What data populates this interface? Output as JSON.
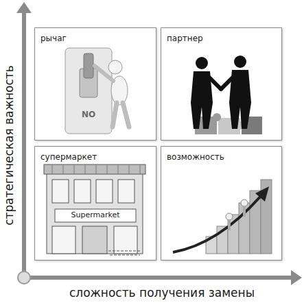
{
  "diagram": {
    "nodes": [
      {
        "text": [
          "рычаг"
        ]
      },
      {
        "text": [
          "партнер"
        ]
      },
      {
        "text": [
          "супермаркет"
        ]
      },
      {
        "text": [
          "возможность"
        ]
      }
    ],
    "labels": [
      "стратегическая важность",
      "сложность получения замены",
      "NO",
      "Supermarket"
    ]
  }
}
